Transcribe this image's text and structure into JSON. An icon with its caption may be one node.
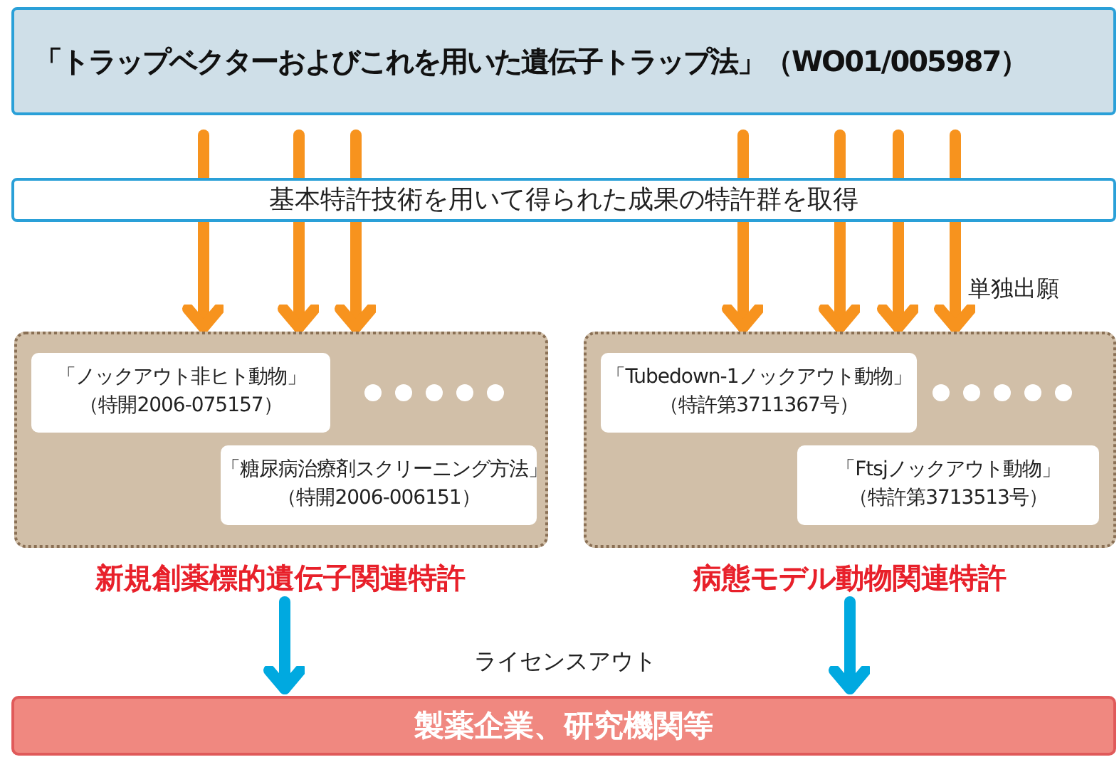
{
  "diagram": {
    "nodes": [
      {
        "text": [
          "「トラップベクターおよびこれを用いた遺伝子トラップ法」（WO01/005987）"
        ]
      },
      {
        "text": [
          "基本特許技術を用いて得られた成果の特許群を取得"
        ]
      },
      {
        "text": [
          "新規創薬標的遺伝子関連特許"
        ]
      },
      {
        "text": [
          "「ノックアウト非ヒト動物」",
          "（特開2006-075157）"
        ],
        "in": 2
      },
      {
        "text": [
          "「糖尿病治療剤スクリーニング方法」",
          "（特開2006-006151）"
        ],
        "in": 2
      },
      {
        "text": [
          "病態モデル動物関連特許"
        ]
      },
      {
        "text": [
          "「Tubedown-1ノックアウト動物」",
          "（特許第3711367号）"
        ],
        "in": 5
      },
      {
        "text": [
          "「Ftsjノックアウト動物」",
          "（特許第3713513号）"
        ],
        "in": 5
      },
      {
        "text": [
          "製薬企業、研究機関等"
        ]
      }
    ],
    "edges": [
      {
        "from": 0,
        "to": 1,
        "arrow": "none"
      },
      {
        "from": 0,
        "to": 1,
        "arrow": "none"
      },
      {
        "from": 0,
        "to": 1,
        "arrow": "none"
      },
      {
        "from": 0,
        "to": 1,
        "arrow": "none"
      },
      {
        "from": 0,
        "to": 1,
        "arrow": "none"
      },
      {
        "from": 0,
        "to": 1,
        "arrow": "none"
      },
      {
        "from": 0,
        "to": 1,
        "arrow": "none"
      },
      {
        "from": 1,
        "to": 2,
        "arrow": "to"
      },
      {
        "from": 1,
        "to": 2,
        "arrow": "to"
      },
      {
        "from": 1,
        "to": 2,
        "arrow": "to"
      },
      {
        "from": 1,
        "to": 5,
        "arrow": "to"
      },
      {
        "from": 1,
        "to": 5,
        "arrow": "to"
      },
      {
        "from": 1,
        "to": 5,
        "arrow": "to"
      },
      {
        "from": 1,
        "to": 5,
        "arrow": "to"
      },
      {
        "from": 2,
        "to": 8,
        "arrow": "to",
        "color": "#00a9e0"
      },
      {
        "from": 5,
        "to": 8,
        "arrow": "to",
        "color": "#00a9e0"
      }
    ],
    "labels": [
      "単独出願",
      "ライセンスアウト"
    ]
  }
}
